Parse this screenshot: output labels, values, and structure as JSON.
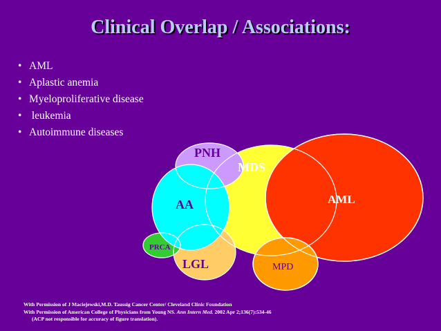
{
  "title": "Clinical Overlap / Associations:",
  "bullets": [
    "AML",
    "Aplastic anemia",
    "Myeloproliferative disease",
    " leukemia",
    "Autoimmune diseases"
  ],
  "diagram": {
    "labels": {
      "pnh": "PNH",
      "mds": "MDS",
      "aml": "AML",
      "aa": "AA",
      "prca": "PRCA",
      "lgl": "LGL",
      "mpd": "MPD"
    },
    "colors": {
      "background": "#660099",
      "mds": "#ffff33",
      "aml": "#ff3300",
      "pnh": "#cc99ff",
      "aa": "#00ffff",
      "lgl": "#ffcc66",
      "prca": "#33cc33",
      "mpd": "#ff9900"
    }
  },
  "credits": {
    "line1": "With Permission of  J Maciejewski,M.D. Taussig Cancer Center/ Cleveland Clinic Foundation",
    "line2_prefix": "With Permission of American College of Physicians from Young NS.",
    "line2_journal": "Ann Intern Med.",
    "line2_suffix": "2002 Apr 2;136(7):534-46",
    "line3": "(ACP not responsible for accuracy of figure translation)."
  }
}
